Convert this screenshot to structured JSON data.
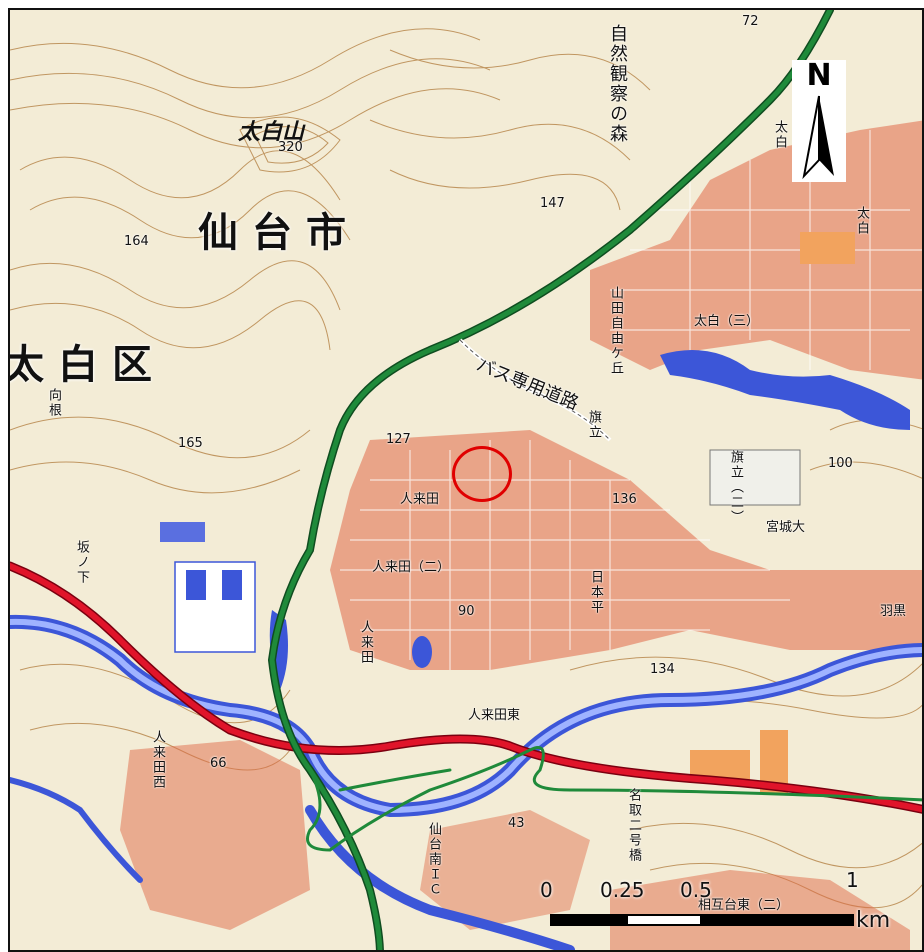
{
  "map": {
    "labels": {
      "city": "仙台市",
      "ward": "太白区",
      "mountain": "太白山",
      "mountain_elev": "320",
      "nature_park": "自然観察の森",
      "bus_road": "バス専用道路",
      "yamada": "山田自由ケ丘",
      "taihaku_3": "太白（三）",
      "taihaku_top": "太白",
      "taihaku_east": "太白",
      "hatatate": "旗立",
      "hatatate_2": "旗立（二）",
      "miyagi_univ": "宮城大",
      "hitokita_top": "人来田",
      "hitokita_2": "人来田（二）",
      "hitokita_mid": "人来田",
      "hitokita_east": "人来田東",
      "hitokita_west": "人来田西",
      "nihondaira": "日本平",
      "hagurodai": "羽黒",
      "sakanoshita": "坂ノ下",
      "mukaine": "向根",
      "natori_bridge": "名取二号橋",
      "sendai_minami_ic": "仙台南ＩＣ",
      "aikodai_east": "相互台東（二）",
      "elev_164": "164",
      "elev_165": "165",
      "elev_147": "147",
      "elev_127": "127",
      "elev_136": "136",
      "elev_134": "134",
      "elev_100": "100",
      "elev_90": "90",
      "elev_72": "72",
      "elev_66": "66",
      "elev_43": "43"
    },
    "north_label": "N",
    "scale": {
      "ticks": [
        "0",
        "0.25",
        "0.5",
        "1"
      ],
      "unit": "km"
    },
    "colors": {
      "background": "#f3ecd6",
      "contour": "#b07a3a",
      "river": "#3c56d8",
      "expressway": "#1f8a3a",
      "national_road": "#e0142a",
      "buildings": "#e06a48",
      "marker": "#e00000"
    }
  }
}
